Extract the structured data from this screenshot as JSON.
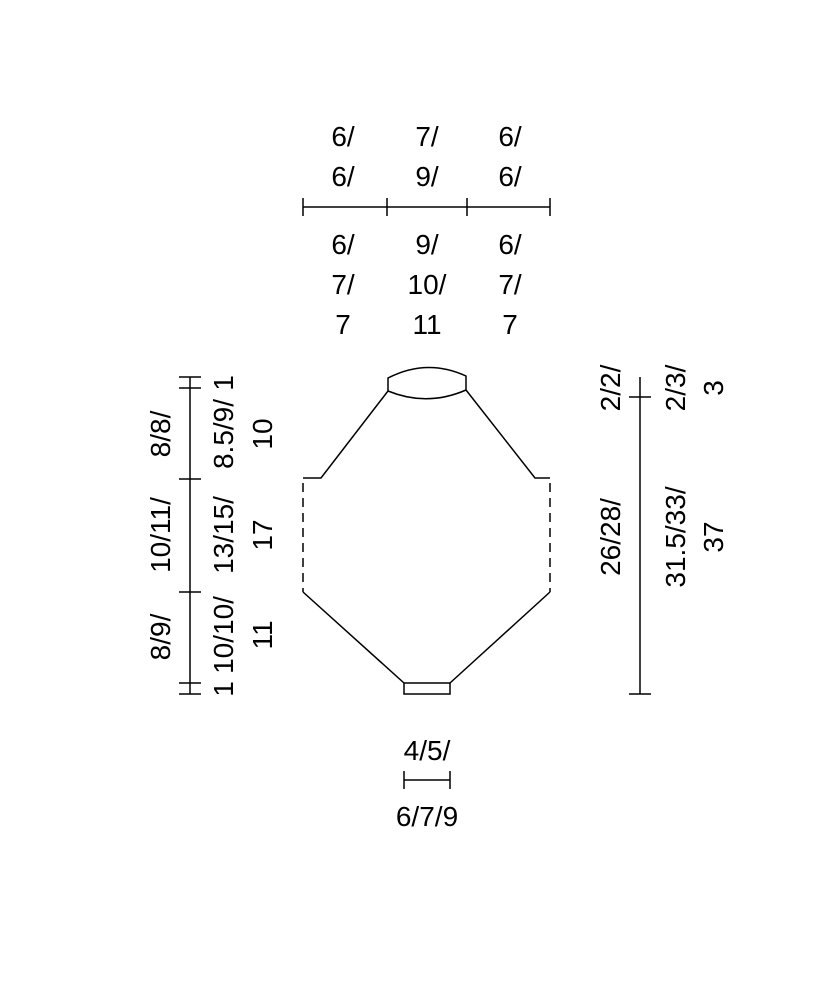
{
  "top_labels": {
    "left_above": [
      "6/",
      "6/"
    ],
    "middle_above": [
      "7/",
      "9/"
    ],
    "right_above": [
      "6/",
      "6/"
    ],
    "left_below": [
      "6/",
      "7/",
      "7"
    ],
    "middle_below": [
      "9/",
      "10/",
      "11"
    ],
    "right_below": [
      "6/",
      "7/",
      "7"
    ]
  },
  "left_labels": {
    "outer_top": "8/8/",
    "outer_middle": "10/11/",
    "outer_bottom": "8/9/",
    "inner_top_tick": "1",
    "inner_top": [
      "8.5/9/",
      "10"
    ],
    "inner_middle": [
      "13/15/",
      "17"
    ],
    "inner_bottom": [
      "10/10/",
      "11"
    ],
    "inner_bottom_tick": "1"
  },
  "right_labels": {
    "top_outer": "2/2/",
    "top_inner": [
      "2/3/",
      "3"
    ],
    "length_outer": "26/28/",
    "length_inner": [
      "31.5/33/",
      "37"
    ]
  },
  "bottom_labels": {
    "above": "4/5/",
    "below": "6/7/9"
  },
  "colors": {
    "ink": "#000000",
    "background": "#ffffff"
  }
}
